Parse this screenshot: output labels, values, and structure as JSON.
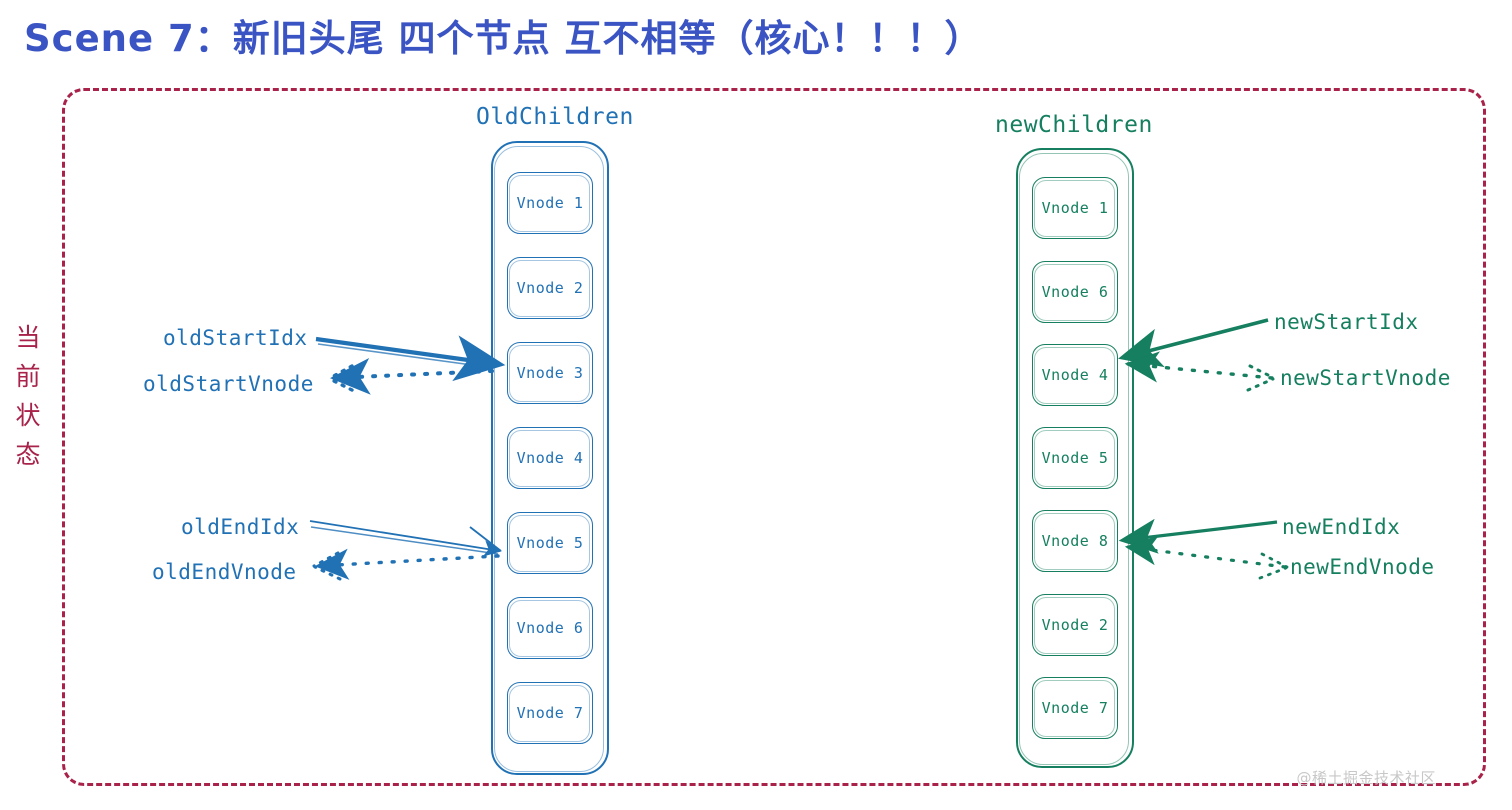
{
  "title": "Scene 7：新旧头尾 四个节点 互不相等（核心！！！）",
  "side_label": "当前状态",
  "watermark": "@稀土掘金技术社区",
  "colors": {
    "title": "#3a54c4",
    "frame": "#a8224a",
    "old": "#2171b5",
    "new": "#157f5f",
    "watermark": "#c8c8c8"
  },
  "old_column": {
    "heading": "OldChildren",
    "nodes": [
      {
        "label": "Vnode 1"
      },
      {
        "label": "Vnode 2"
      },
      {
        "label": "Vnode 3"
      },
      {
        "label": "Vnode 4"
      },
      {
        "label": "Vnode 5"
      },
      {
        "label": "Vnode 6"
      },
      {
        "label": "Vnode 7"
      }
    ]
  },
  "new_column": {
    "heading": "newChildren",
    "nodes": [
      {
        "label": "Vnode 1"
      },
      {
        "label": "Vnode 6"
      },
      {
        "label": "Vnode 4"
      },
      {
        "label": "Vnode 5"
      },
      {
        "label": "Vnode 8"
      },
      {
        "label": "Vnode 2"
      },
      {
        "label": "Vnode 7"
      }
    ]
  },
  "pointers": {
    "old_start_idx": "oldStartIdx",
    "old_start_vnode": "oldStartVnode",
    "old_end_idx": "oldEndIdx",
    "old_end_vnode": "oldEndVnode",
    "new_start_idx": "newStartIdx",
    "new_start_vnode": "newStartVnode",
    "new_end_idx": "newEndIdx",
    "new_end_vnode": "newEndVnode"
  }
}
